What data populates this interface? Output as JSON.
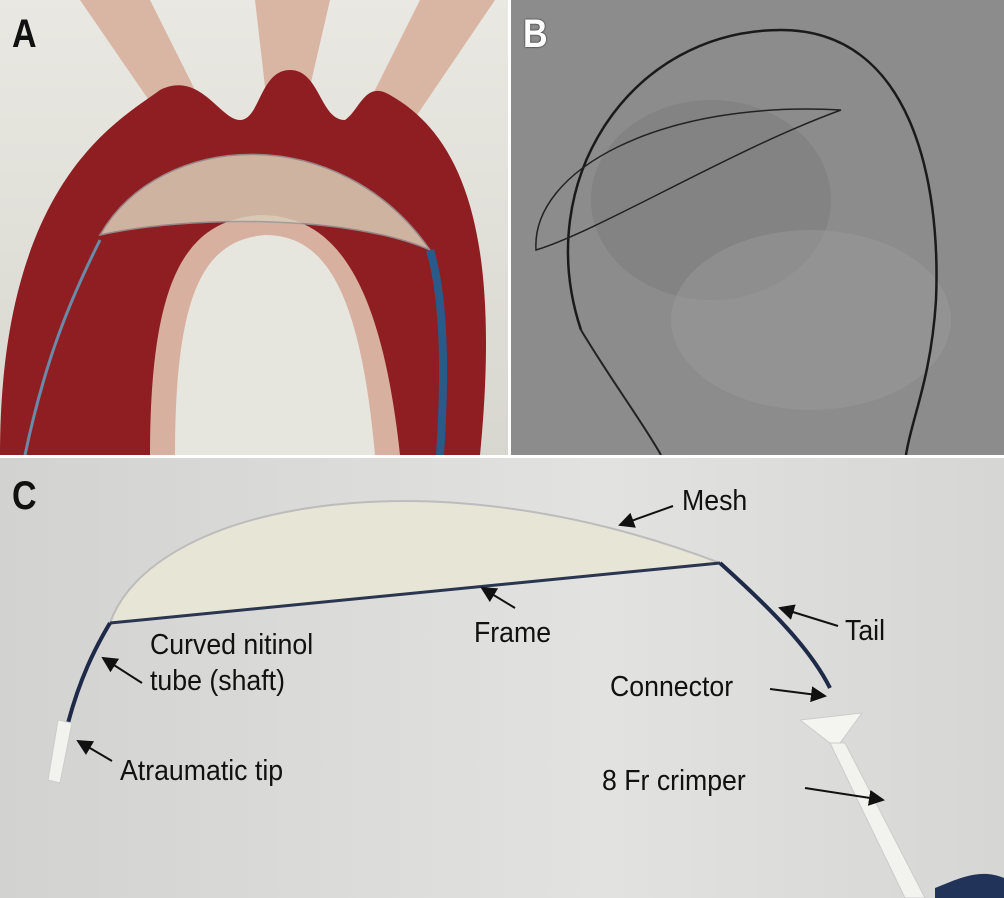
{
  "panels": {
    "a": {
      "letter": "A"
    },
    "b": {
      "letter": "B"
    },
    "c": {
      "letter": "C",
      "labels": {
        "mesh": "Mesh",
        "frame": "Frame",
        "tail": "Tail",
        "connector": "Connector",
        "shaft_line1": "Curved nitinol",
        "shaft_line2": "tube (shaft)",
        "tip": "Atraumatic tip",
        "crimper": "8 Fr crimper"
      }
    }
  }
}
